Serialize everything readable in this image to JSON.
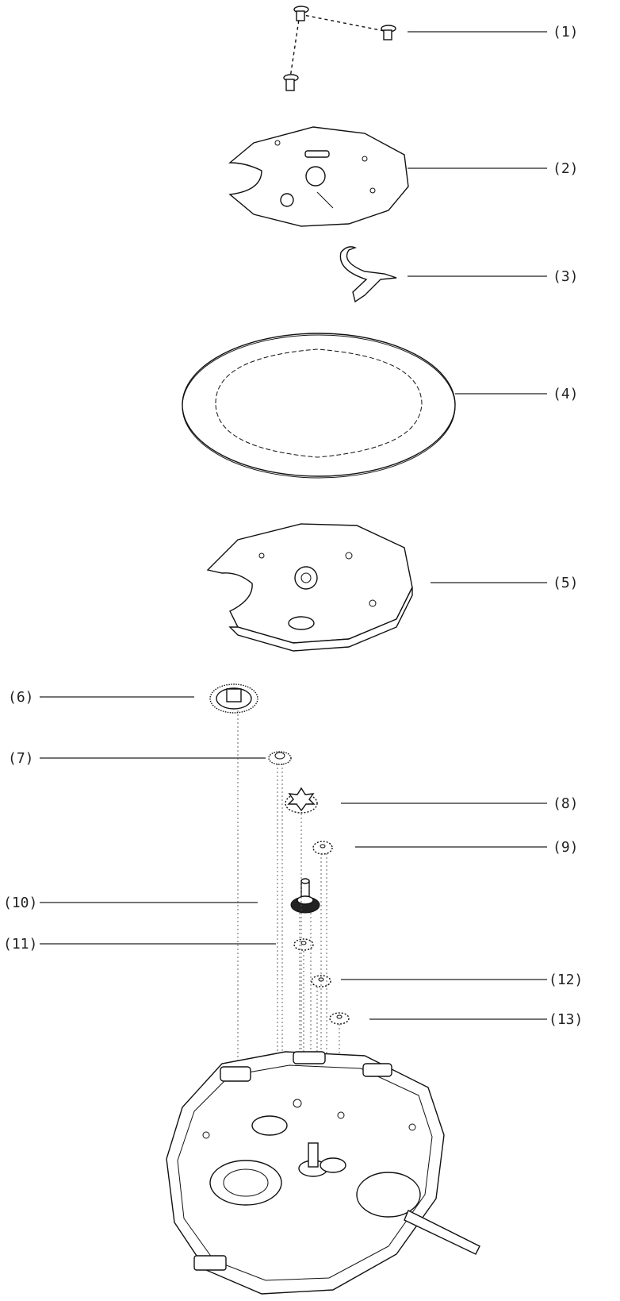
{
  "callouts": [
    {
      "id": "1",
      "label": "(1)",
      "side": "right"
    },
    {
      "id": "2",
      "label": "(2)",
      "side": "right"
    },
    {
      "id": "3",
      "label": "(3)",
      "side": "right"
    },
    {
      "id": "4",
      "label": "(4)",
      "side": "right"
    },
    {
      "id": "5",
      "label": "(5)",
      "side": "right"
    },
    {
      "id": "6",
      "label": "(6)",
      "side": "left"
    },
    {
      "id": "7",
      "label": "(7)",
      "side": "left"
    },
    {
      "id": "8",
      "label": "(8)",
      "side": "right"
    },
    {
      "id": "9",
      "label": "(9)",
      "side": "right"
    },
    {
      "id": "10",
      "label": "(10)",
      "side": "left"
    },
    {
      "id": "11",
      "label": "(11)",
      "side": "left"
    },
    {
      "id": "12",
      "label": "(12)",
      "side": "right"
    },
    {
      "id": "13",
      "label": "(13)",
      "side": "right"
    }
  ],
  "colors": {
    "line": "#111111",
    "background": "#ffffff"
  }
}
